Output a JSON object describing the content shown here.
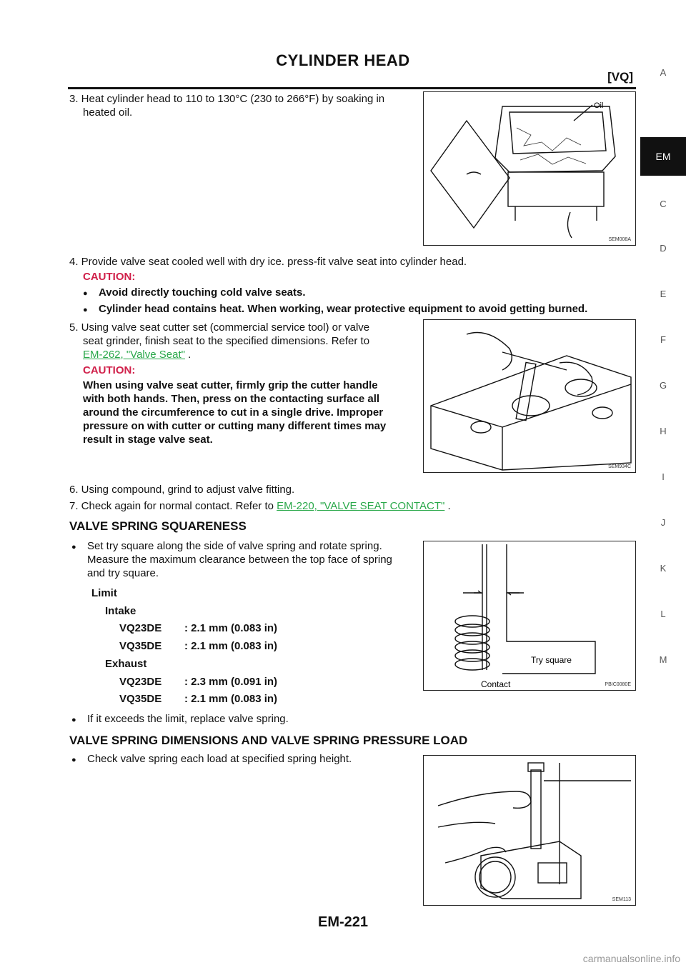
{
  "header": {
    "title": "CYLINDER HEAD",
    "section": "[VQ]"
  },
  "tabs": [
    "A",
    "EM",
    "C",
    "D",
    "E",
    "F",
    "G",
    "H",
    "I",
    "J",
    "K",
    "L",
    "M"
  ],
  "steps": {
    "s3": "3. Heat cylinder head to 110 to 130°C (230 to 266°F) by soaking in",
    "s3b": "heated oil.",
    "s4": "4. Provide valve seat cooled well with dry ice. press-fit valve seat into cylinder head.",
    "caution": "CAUTION:",
    "c1": "Avoid directly touching cold valve seats.",
    "c2": "Cylinder head contains heat. When working, wear protective equipment to avoid getting burned.",
    "s5a": "5. Using valve seat cutter set (commercial service tool) or valve",
    "s5b": "seat grinder, finish seat to the specified dimensions. Refer to",
    "s5link": "EM-262, \"Valve Seat\"",
    "s5end": " .",
    "caution2": "CAUTION:",
    "c3": [
      "When using valve seat cutter, firmly grip the cutter handle",
      "with both hands. Then, press on the contacting surface all",
      "around the circumference to cut in a single drive. Improper",
      "pressure on with cutter or cutting many different times may",
      "result in stage valve seat."
    ],
    "s6": "6. Using compound, grind to adjust valve fitting.",
    "s7": "7. Check again for normal contact. Refer to ",
    "s7link": "EM-220, \"VALVE SEAT CONTACT\"",
    "s7end": " ."
  },
  "squareness": {
    "heading": "VALVE SPRING SQUARENESS",
    "b1": [
      "Set try square along the side of valve spring and rotate spring.",
      "Measure the maximum clearance between the top face of spring",
      "and try square."
    ],
    "limit": "Limit",
    "intake": "Intake",
    "exhaust": "Exhaust",
    "rows": [
      {
        "model": "VQ23DE",
        "value": ": 2.1 mm (0.083 in)"
      },
      {
        "model": "VQ35DE",
        "value": ": 2.1 mm (0.083 in)"
      },
      {
        "model": "VQ23DE",
        "value": ": 2.3 mm (0.091 in)"
      },
      {
        "model": "VQ35DE",
        "value": ": 2.1 mm (0.083 in)"
      }
    ],
    "b2": "If it exceeds the limit, replace valve spring."
  },
  "dimensions": {
    "heading": "VALVE SPRING DIMENSIONS AND VALVE SPRING PRESSURE LOAD",
    "b1": "Check valve spring each load at specified spring height."
  },
  "figures": {
    "f1": {
      "code": "SEM008A",
      "label": "Oil"
    },
    "f2": {
      "code": "SEM934C"
    },
    "f3": {
      "code": "PBIC0080E",
      "label_try": "Try square",
      "label_contact": "Contact"
    },
    "f4": {
      "code": "SEM113"
    }
  },
  "footer": {
    "page": "EM-221"
  },
  "watermark": "carmanualsonline.info"
}
